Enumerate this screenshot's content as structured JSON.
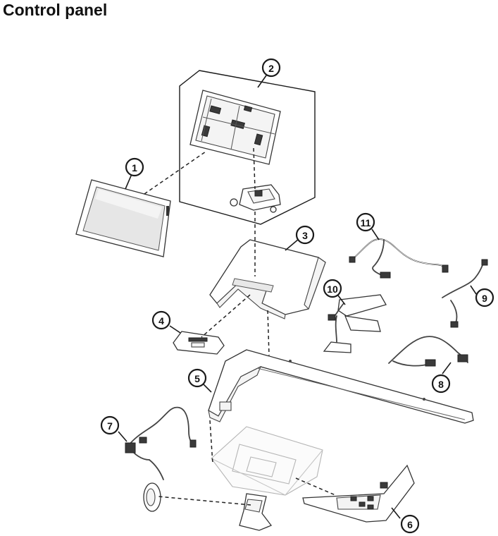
{
  "title": "Control panel",
  "callouts": {
    "c1": "1",
    "c2": "2",
    "c3": "3",
    "c4": "4",
    "c5": "5",
    "c6": "6",
    "c7": "7",
    "c8": "8",
    "c9": "9",
    "c10": "10",
    "c11": "11"
  }
}
